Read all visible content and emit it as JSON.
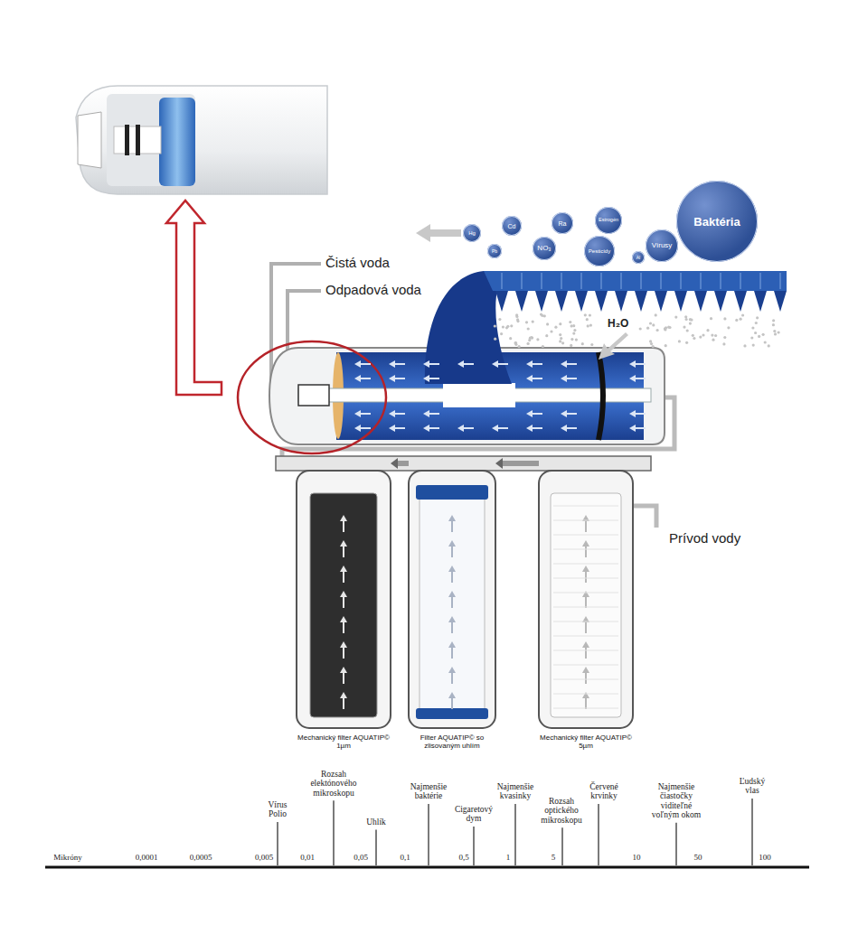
{
  "diagram": {
    "nodes": [
      {
        "text": [
          "Hg"
        ]
      },
      {
        "text": [
          "Cd"
        ]
      },
      {
        "text": [
          "Ra"
        ]
      },
      {
        "text": [
          "Estrogén"
        ]
      },
      {
        "text": [
          "Baktéria"
        ]
      },
      {
        "text": [
          "Pb"
        ]
      },
      {
        "text": [
          "NO₃"
        ]
      },
      {
        "text": [
          "Pesticídy"
        ]
      },
      {
        "text": [
          "Al"
        ]
      },
      {
        "text": [
          "Vírusy"
        ]
      },
      {
        "text": [
          "Mechanický filter AQUATIP© 1µm"
        ]
      },
      {
        "text": [
          "Filter AQUATIP© so zlisovaným uhlím"
        ]
      },
      {
        "text": [
          "Mechanický filter AQUATIP© 5µm"
        ]
      }
    ],
    "edges": [
      {
        "from": 12,
        "to": 11,
        "arrow": "to"
      },
      {
        "from": 11,
        "to": 10,
        "arrow": "to"
      }
    ],
    "labels": [
      "Čistá voda",
      "Odpadová voda",
      "H₂O",
      "Prívod vody",
      "Mikróny",
      "0,0001",
      "0,0005",
      "0,005",
      "0,01",
      "0,05",
      "0,1",
      "0,5",
      "1",
      "5",
      "10",
      "50",
      "100",
      "Vírus Polio",
      "Rozsah elektónového mikroskopu",
      "Uhlík",
      "Najmenšie baktérie",
      "Cigaretový dym",
      "Najmenšie kvasinky",
      "Rozsah optického mikroskopu",
      "Červené krvinky",
      "Najmenšie čiastočky viditeľné voľným okom",
      "Ľudský vlas"
    ]
  }
}
